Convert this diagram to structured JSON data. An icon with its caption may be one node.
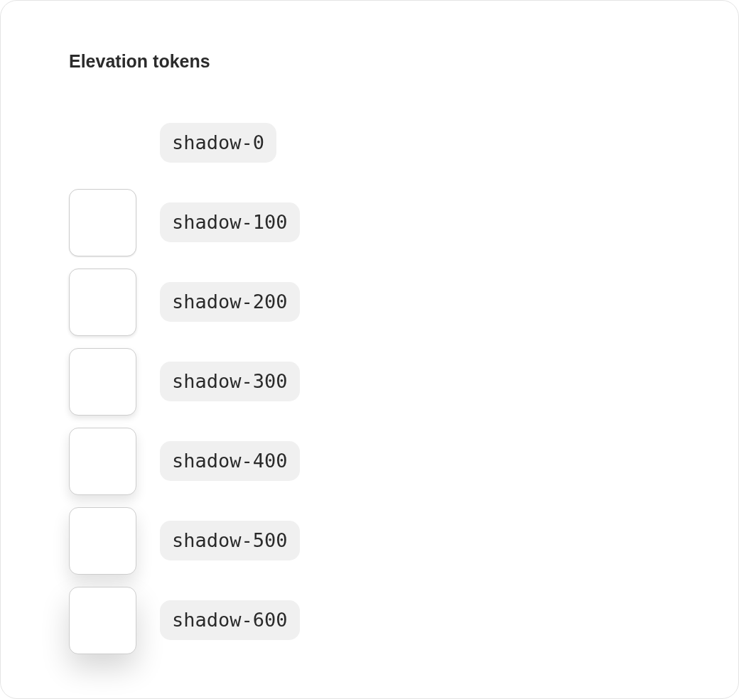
{
  "diagram": {
    "title": "Elevation tokens",
    "nodes": [
      {
        "text": [
          "shadow-0"
        ]
      },
      {
        "text": [
          "shadow-100"
        ]
      },
      {
        "text": [
          "shadow-200"
        ]
      },
      {
        "text": [
          "shadow-300"
        ]
      },
      {
        "text": [
          "shadow-400"
        ]
      },
      {
        "text": [
          "shadow-500"
        ]
      },
      {
        "text": [
          "shadow-600"
        ]
      }
    ]
  }
}
